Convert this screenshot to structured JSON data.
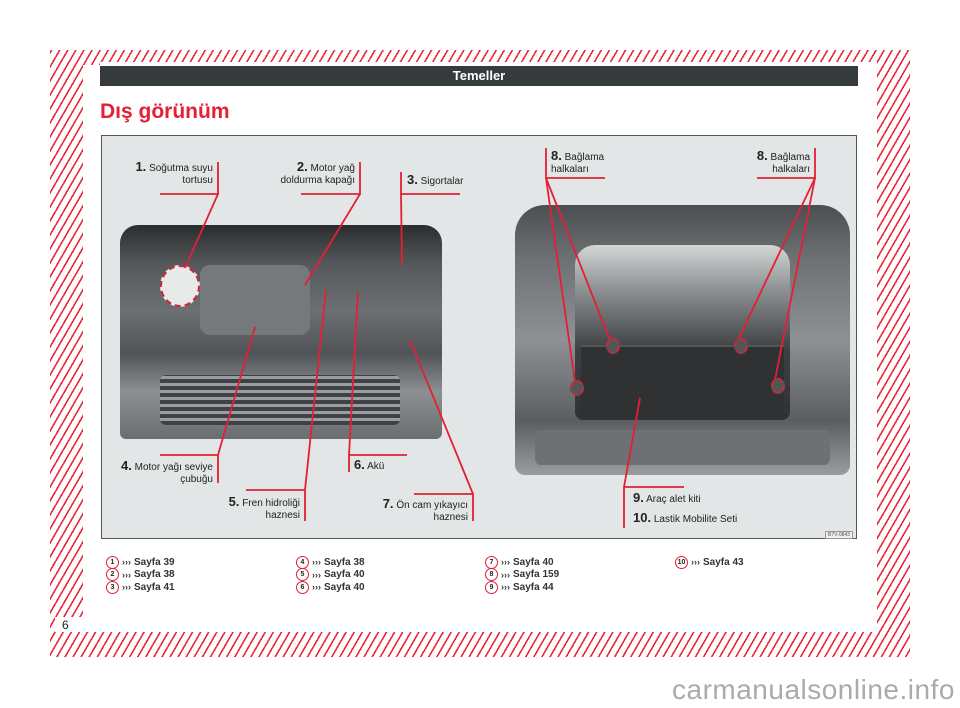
{
  "header": {
    "title": "Temeller"
  },
  "page": {
    "title": "Dış görünüm",
    "number": "6"
  },
  "figure": {
    "code": "B7V-0843",
    "callouts": [
      {
        "num": "1.",
        "text1": "Soğutma suyu",
        "text2": "tortusu"
      },
      {
        "num": "2.",
        "text1": "Motor yağ",
        "text2": "doldurma kapağı"
      },
      {
        "num": "3.",
        "text1": "Sigortalar",
        "text2": ""
      },
      {
        "num": "4.",
        "text1": "Motor yağı seviye",
        "text2": "çubuğu"
      },
      {
        "num": "5.",
        "text1": "Fren hidroliği",
        "text2": "haznesi"
      },
      {
        "num": "6.",
        "text1": "Akü",
        "text2": ""
      },
      {
        "num": "7.",
        "text1": "Ön cam yıkayıcı",
        "text2": "haznesi"
      },
      {
        "num": "8.",
        "text1": "Bağlama",
        "text2": "halkaları"
      },
      {
        "num": "8.",
        "text1": "Bağlama",
        "text2": "halkaları"
      },
      {
        "num": "9.",
        "text1": "Araç alet kiti",
        "text2": ""
      },
      {
        "num": "10.",
        "text1": "Lastik Mobilite Seti",
        "text2": ""
      }
    ]
  },
  "legend": {
    "arrows": "›››",
    "items": [
      {
        "num": "1",
        "ref": "Sayfa 39"
      },
      {
        "num": "2",
        "ref": "Sayfa 38"
      },
      {
        "num": "3",
        "ref": "Sayfa 41"
      },
      {
        "num": "4",
        "ref": "Sayfa 38"
      },
      {
        "num": "5",
        "ref": "Sayfa 40"
      },
      {
        "num": "6",
        "ref": "Sayfa 40"
      },
      {
        "num": "7",
        "ref": "Sayfa 40"
      },
      {
        "num": "8",
        "ref": "Sayfa 159"
      },
      {
        "num": "9",
        "ref": "Sayfa 44"
      },
      {
        "num": "10",
        "ref": "Sayfa 43"
      }
    ]
  },
  "watermark": "carmanualsonline.info",
  "colors": {
    "accent": "#e41f36",
    "header_bg": "#353a3c",
    "figure_bg": "#e3e6e7"
  }
}
